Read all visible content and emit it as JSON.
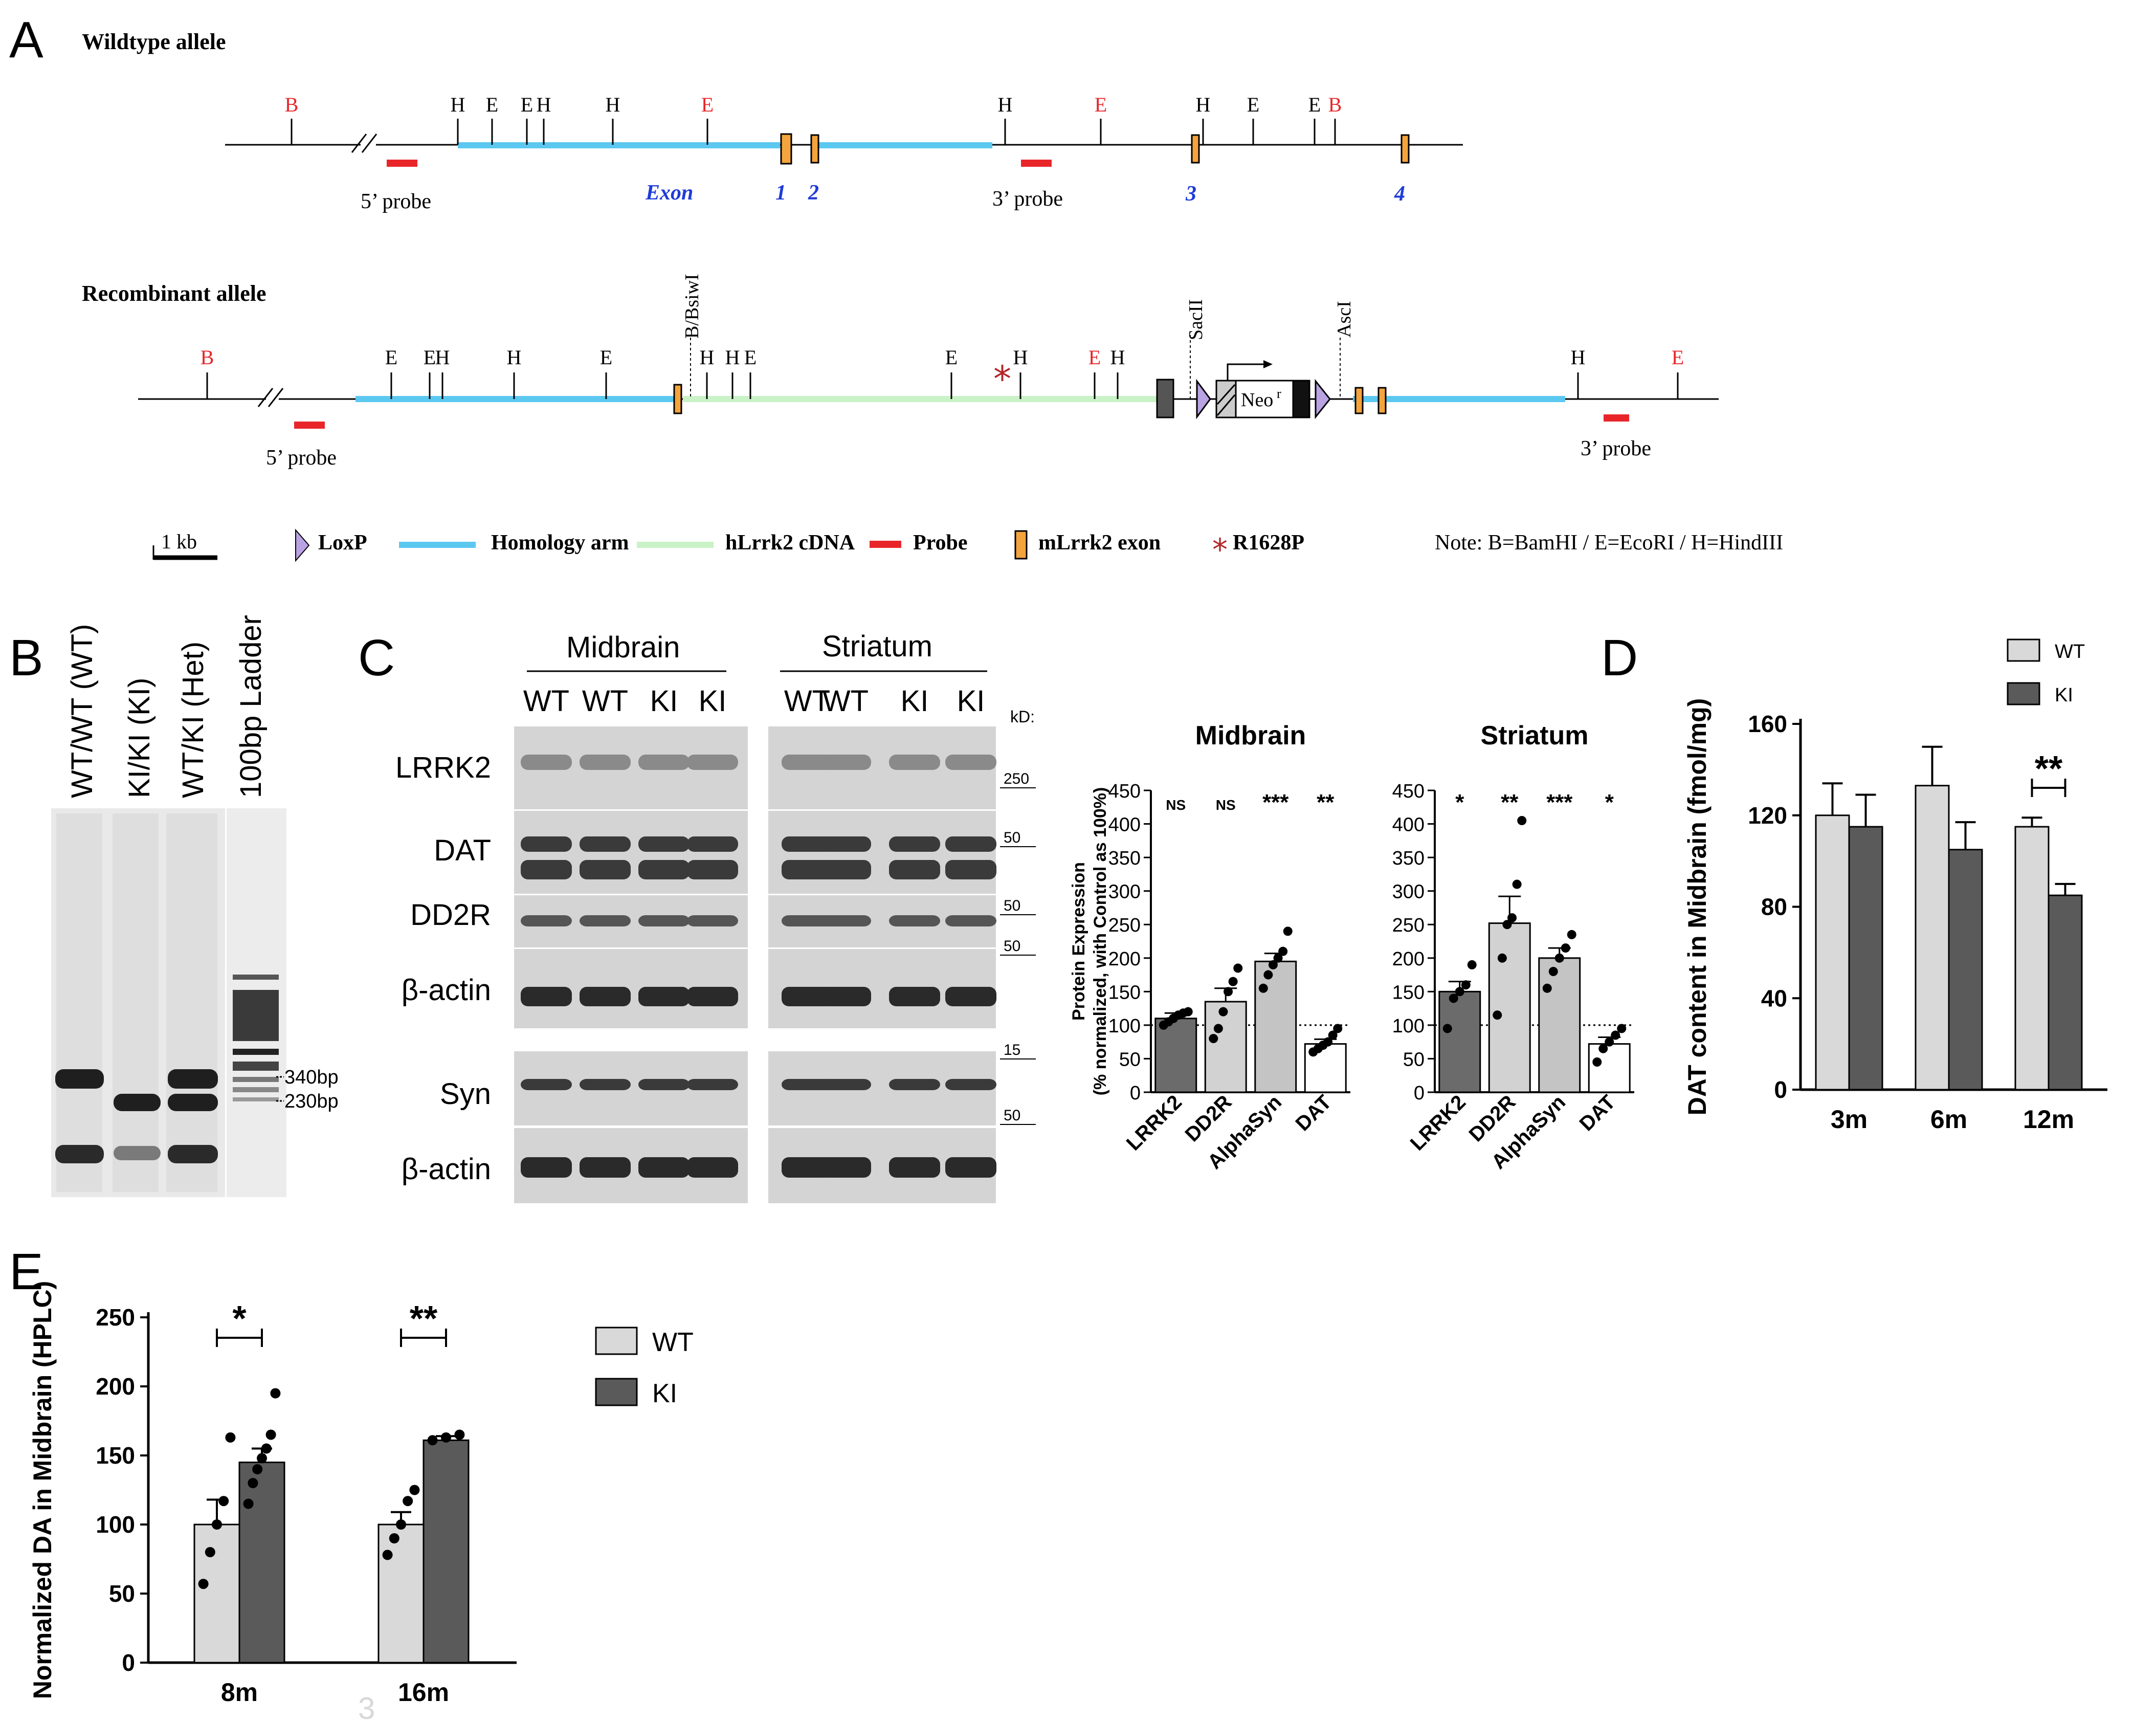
{
  "panels": {
    "A": {
      "letter": "A",
      "wt_title": "Wildtype allele",
      "rec_title": "Recombinant allele",
      "wt_sites": [
        "B",
        "H",
        "E",
        "E",
        "H",
        "H",
        "E",
        "H",
        "E",
        "H",
        "E",
        "E",
        "B"
      ],
      "wt_labels": {
        "probe5": "5’ probe",
        "probe3": "3’ probe",
        "exon": "Exon",
        "exon1": "1",
        "exon2": "2",
        "exon3": "3",
        "exon4": "4"
      },
      "rec_sites": [
        "B",
        "E",
        "E",
        "H",
        "H",
        "E",
        "H",
        "H",
        "E",
        "E",
        "H",
        "E",
        "H",
        "H",
        "E"
      ],
      "rec_labels": {
        "bsiwi": "B/BsiwI",
        "sacii": "SacII",
        "asci": "AscI",
        "neo": "Neo",
        "neo_sup": "r",
        "probe5": "5’ probe",
        "probe3": "3’ probe"
      },
      "legend": {
        "scale": "1 kb",
        "loxp": "LoxP",
        "homology": "Homology arm",
        "cdna": "hLrrk2 cDNA",
        "probe": "Probe",
        "exon": "mLrrk2 exon",
        "mutation": "R1628P",
        "note": "Note: B=BamHI /  E=EcoRI /  H=HindIII"
      },
      "colors": {
        "red": "#e8262a",
        "homology": "#5bc8f0",
        "cdna": "#c9f2c6",
        "exon_fill": "#f4a43c",
        "loxp": "#b9a3e3",
        "blue_text": "#1f3bd9",
        "star": "#b3262a"
      }
    },
    "B": {
      "letter": "B",
      "lanes": [
        "WT/WT (WT)",
        "KI/KI (KI)",
        "WT/KI (Het)",
        "100bp  Ladder"
      ],
      "band_labels": [
        "340bp",
        "230bp"
      ]
    },
    "C": {
      "letter": "C",
      "region_mid": "Midbrain",
      "region_str": "Striatum",
      "lane_labels": [
        "WT",
        "WT",
        "KI",
        "KI",
        "WT",
        "WT",
        "KI",
        "KI"
      ],
      "kd_label": "kD:",
      "rows": [
        "LRRK2",
        "DAT",
        "DD2R",
        "β-actin",
        "Syn",
        "β-actin"
      ],
      "markers": [
        "250",
        "50",
        "50",
        "50",
        "15",
        "50"
      ]
    },
    "D": {
      "letter": "D"
    },
    "E": {
      "letter": "E"
    }
  },
  "chart_data": [
    {
      "id": "C-midbrain",
      "type": "bar",
      "title": "Midbrain",
      "ylabel": "Protein Expression\n(% normalized, with Control as 100%)",
      "categories": [
        "LRRK2",
        "DD2R",
        "AlphaSyn",
        "DAT"
      ],
      "values": [
        110,
        135,
        195,
        72
      ],
      "errors": [
        8,
        20,
        12,
        7
      ],
      "points": [
        [
          100,
          105,
          110,
          115,
          118,
          120
        ],
        [
          80,
          95,
          120,
          150,
          165,
          185
        ],
        [
          155,
          175,
          190,
          200,
          210,
          240
        ],
        [
          60,
          65,
          70,
          75,
          85,
          95
        ]
      ],
      "significance": [
        "NS",
        "NS",
        "***",
        "**"
      ],
      "bar_colors": [
        "#6b6b6b",
        "#d2d2d2",
        "#c4c4c4",
        "#ffffff"
      ],
      "ylim": [
        0,
        450
      ],
      "yticks": [
        0,
        50,
        100,
        150,
        200,
        250,
        300,
        350,
        400,
        450
      ],
      "reference_line": 100
    },
    {
      "id": "C-striatum",
      "type": "bar",
      "title": "Striatum",
      "ylabel": "",
      "categories": [
        "LRRK2",
        "DD2R",
        "AlphaSyn",
        "DAT"
      ],
      "values": [
        150,
        252,
        200,
        72
      ],
      "errors": [
        15,
        40,
        15,
        10
      ],
      "points": [
        [
          95,
          140,
          150,
          160,
          190
        ],
        [
          115,
          200,
          250,
          260,
          310,
          405
        ],
        [
          155,
          180,
          200,
          215,
          235
        ],
        [
          45,
          65,
          75,
          85,
          95
        ]
      ],
      "significance": [
        "*",
        "**",
        "***",
        "*"
      ],
      "bar_colors": [
        "#6b6b6b",
        "#d2d2d2",
        "#c4c4c4",
        "#ffffff"
      ],
      "ylim": [
        0,
        450
      ],
      "yticks": [
        0,
        50,
        100,
        150,
        200,
        250,
        300,
        350,
        400,
        450
      ],
      "reference_line": 100
    },
    {
      "id": "D",
      "type": "bar",
      "title": "",
      "ylabel": "DAT content in Midbrain (fmol/mg)",
      "categories": [
        "3m",
        "6m",
        "12m"
      ],
      "series": [
        {
          "name": "WT",
          "values": [
            120,
            133,
            115
          ],
          "errors": [
            14,
            17,
            4
          ],
          "color": "#d9d9d9"
        },
        {
          "name": "KI",
          "values": [
            115,
            105,
            85
          ],
          "errors": [
            14,
            12,
            5
          ],
          "color": "#5a5a5a"
        }
      ],
      "significance": [
        "",
        "",
        "**"
      ],
      "ylim": [
        0,
        160
      ],
      "yticks": [
        0,
        40,
        80,
        120,
        160
      ],
      "legend": "top-right"
    },
    {
      "id": "E",
      "type": "bar",
      "title": "",
      "ylabel": "Normalized DA in Midbrain (HPLC)",
      "categories": [
        "8m",
        "16m"
      ],
      "series": [
        {
          "name": "WT",
          "values": [
            100,
            100
          ],
          "errors": [
            18,
            9
          ],
          "points": [
            [
              57,
              80,
              100,
              117,
              163
            ],
            [
              78,
              90,
              100,
              117,
              125
            ]
          ],
          "color": "#d9d9d9"
        },
        {
          "name": "KI",
          "values": [
            145,
            161
          ],
          "errors": [
            10,
            3
          ],
          "points": [
            [
              115,
              130,
              140,
              148,
              155,
              165,
              195
            ],
            [
              161,
              163,
              165
            ]
          ],
          "color": "#5a5a5a"
        }
      ],
      "significance": [
        "*",
        "**"
      ],
      "ylim": [
        0,
        250
      ],
      "yticks": [
        0,
        50,
        100,
        150,
        200,
        250
      ],
      "legend": "right"
    }
  ]
}
